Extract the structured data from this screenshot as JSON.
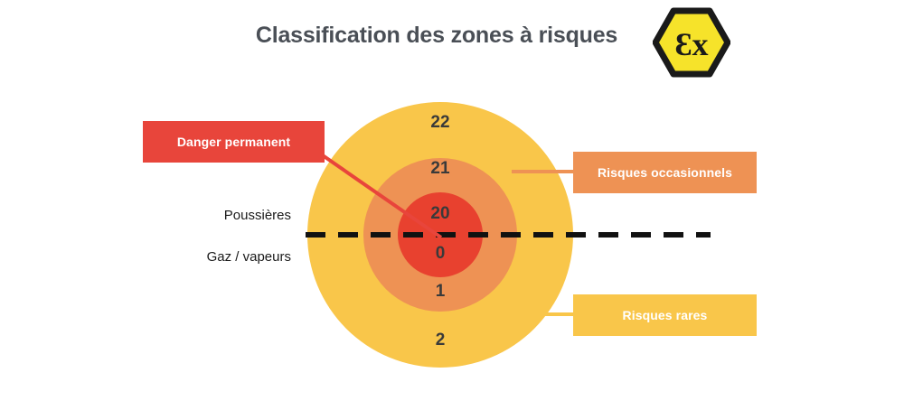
{
  "header": {
    "title": "Classification des zones à risques",
    "logo": {
      "name": "atex-ex-hexagon-logo",
      "symbol": "Ex",
      "fill_color": "#F6E32A",
      "stroke_color": "#1A1A1A"
    }
  },
  "diagram": {
    "type": "concentric-zone-diagram",
    "zones": [
      {
        "id": "zone-22",
        "label": "22",
        "color": "#F9C64A",
        "medium": "Poussières",
        "risk": "Risques rares"
      },
      {
        "id": "zone-21",
        "label": "21",
        "color": "#EE9254",
        "medium": "Poussières",
        "risk": "Risques occasionnels"
      },
      {
        "id": "zone-20",
        "label": "20",
        "color": "#E8412F",
        "medium": "Poussières",
        "risk": "Danger permanent"
      },
      {
        "id": "zone-0",
        "label": "0",
        "color": "#E8412F",
        "medium": "Gaz / vapeurs",
        "risk": "Danger permanent"
      },
      {
        "id": "zone-1",
        "label": "1",
        "color": "#EE9254",
        "medium": "Gaz / vapeurs",
        "risk": "Risques occasionnels"
      },
      {
        "id": "zone-2",
        "label": "2",
        "color": "#F9C64A",
        "medium": "Gaz / vapeurs",
        "risk": "Risques rares"
      }
    ],
    "axis": {
      "upper_label": "Poussières",
      "lower_label": "Gaz / vapeurs",
      "separator_color": "#111111"
    },
    "callouts": [
      {
        "id": "danger-permanent",
        "label": "Danger permanent",
        "color": "#E8453B"
      },
      {
        "id": "risques-occasionnels",
        "label": "Risques occasionnels",
        "color": "#EE9254"
      },
      {
        "id": "risques-rares",
        "label": "Risques rares",
        "color": "#F9C64A"
      }
    ]
  }
}
